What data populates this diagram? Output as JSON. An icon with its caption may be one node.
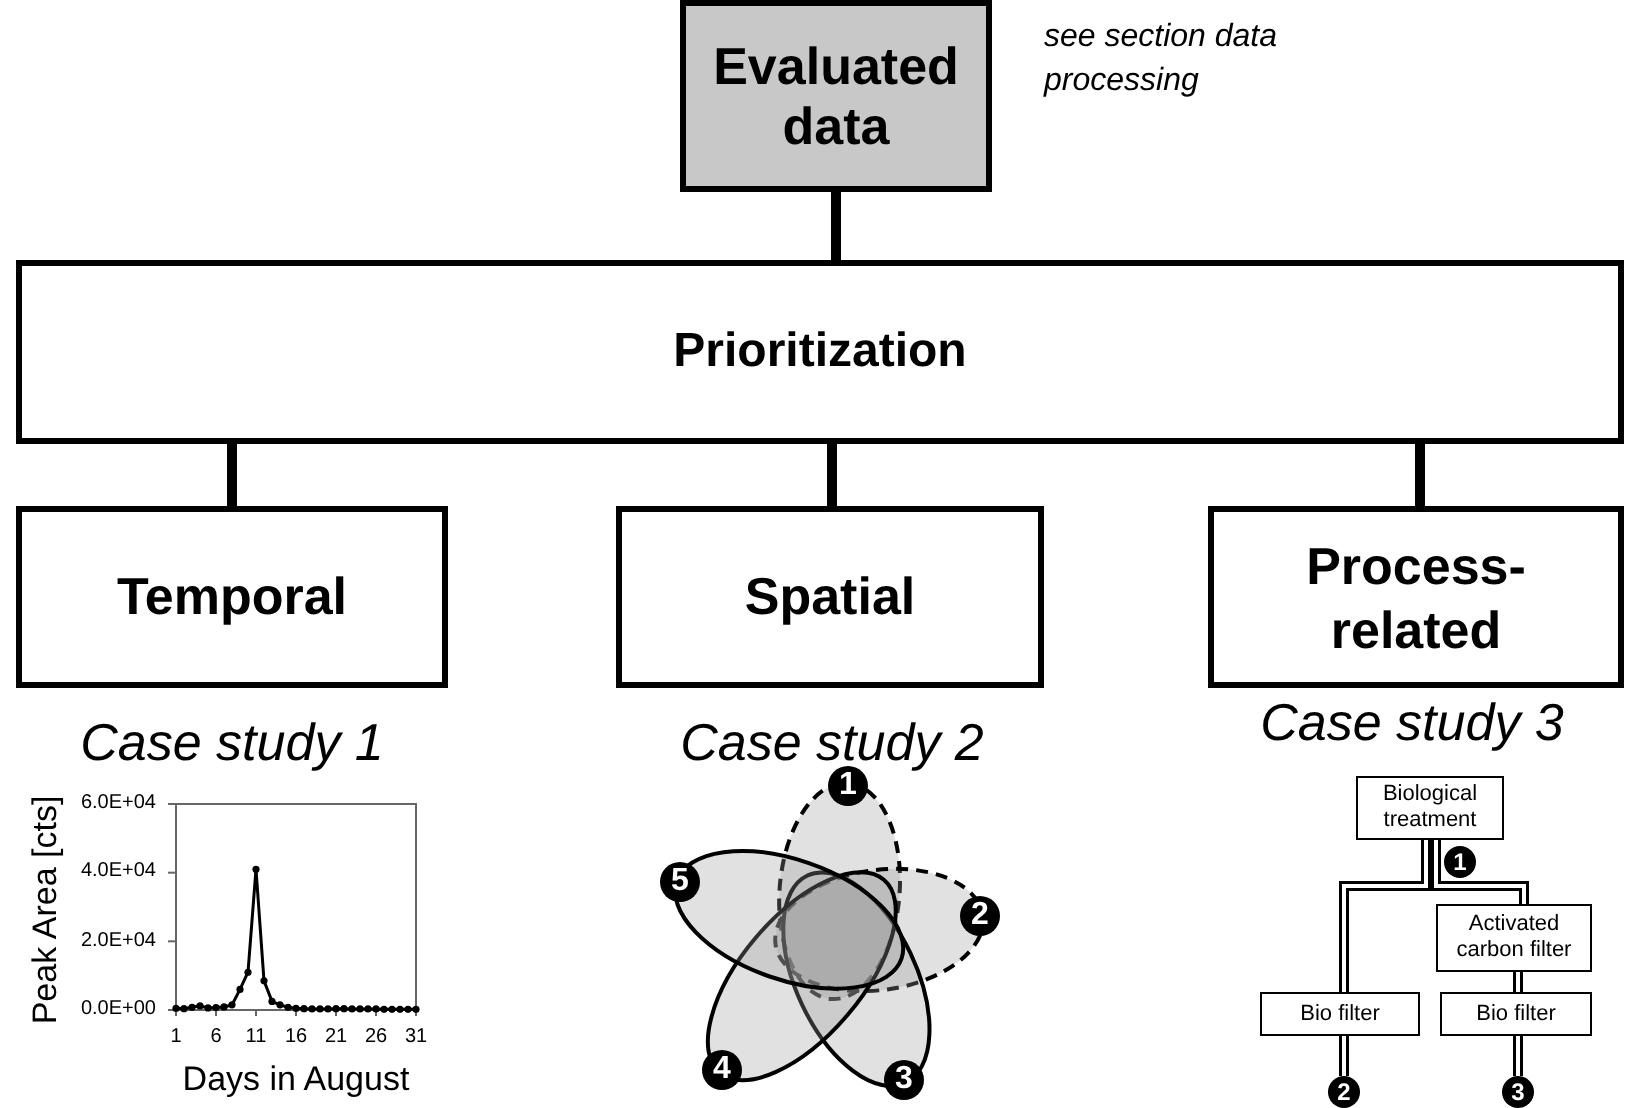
{
  "diagram": {
    "nodes": [
      {
        "text": [
          "Evaluated data"
        ],
        "beside": [
          "see section data processing"
        ]
      },
      {
        "text": [
          "Prioritization"
        ]
      },
      {
        "text": [
          "Temporal"
        ],
        "beside": [
          "Case study 1"
        ]
      },
      {
        "text": [
          "Spatial"
        ],
        "beside": [
          "Case study 2"
        ]
      },
      {
        "text": [
          "Process-related"
        ],
        "beside": [
          "Case study 3"
        ]
      },
      {
        "text": [
          "Biological treatment"
        ]
      },
      {
        "text": [
          "Activated carbon filter"
        ]
      },
      {
        "text": [
          "Bio filter"
        ]
      },
      {
        "text": [
          "Bio filter"
        ]
      },
      {
        "text": [
          "2"
        ]
      },
      {
        "text": [
          "3"
        ]
      },
      {
        "text": [
          "1"
        ]
      }
    ],
    "edges": [
      {
        "from": 0,
        "to": 1,
        "arrow": "none"
      },
      {
        "from": 1,
        "to": 2,
        "arrow": "none"
      },
      {
        "from": 1,
        "to": 3,
        "arrow": "none"
      },
      {
        "from": 1,
        "to": 4,
        "arrow": "none"
      },
      {
        "from": 5,
        "to": 7,
        "arrow": "none"
      },
      {
        "from": 5,
        "to": 6,
        "arrow": "none"
      },
      {
        "from": 6,
        "to": 8,
        "arrow": "none"
      },
      {
        "from": 7,
        "to": 9,
        "arrow": "none"
      },
      {
        "from": 8,
        "to": 10,
        "arrow": "none"
      }
    ],
    "labels": [
      "1",
      "2",
      "3",
      "4",
      "5"
    ],
    "chart_data": {
      "type": "line",
      "xlabel": "Days in August",
      "ylabel": "Peak Area [cts]",
      "x": [
        1,
        2,
        3,
        4,
        5,
        6,
        7,
        8,
        9,
        10,
        11,
        12,
        13,
        14,
        15,
        16,
        17,
        18,
        19,
        20,
        21,
        22,
        23,
        24,
        25,
        26,
        27,
        28,
        29,
        30,
        31
      ],
      "series": [
        {
          "color": "#000000",
          "marker": "circle",
          "values": [
            500,
            400,
            800,
            1200,
            600,
            700,
            900,
            1500,
            6000,
            11000,
            41000,
            8500,
            2500,
            1500,
            800,
            500,
            400,
            300,
            300,
            300,
            400,
            400,
            300,
            300,
            300,
            300,
            200,
            200,
            200,
            200,
            200
          ]
        }
      ],
      "xlim": [
        1,
        31
      ],
      "ylim": [
        0,
        60000
      ],
      "xticks": [
        1,
        6,
        11,
        16,
        21,
        26,
        31
      ],
      "yticks": [
        {
          "value": 0,
          "label": "0.0E+00"
        },
        {
          "value": 20000,
          "label": "2.0E+04"
        },
        {
          "value": 40000,
          "label": "4.0E+04"
        },
        {
          "value": 60000,
          "label": "6.0E+04"
        }
      ]
    }
  }
}
